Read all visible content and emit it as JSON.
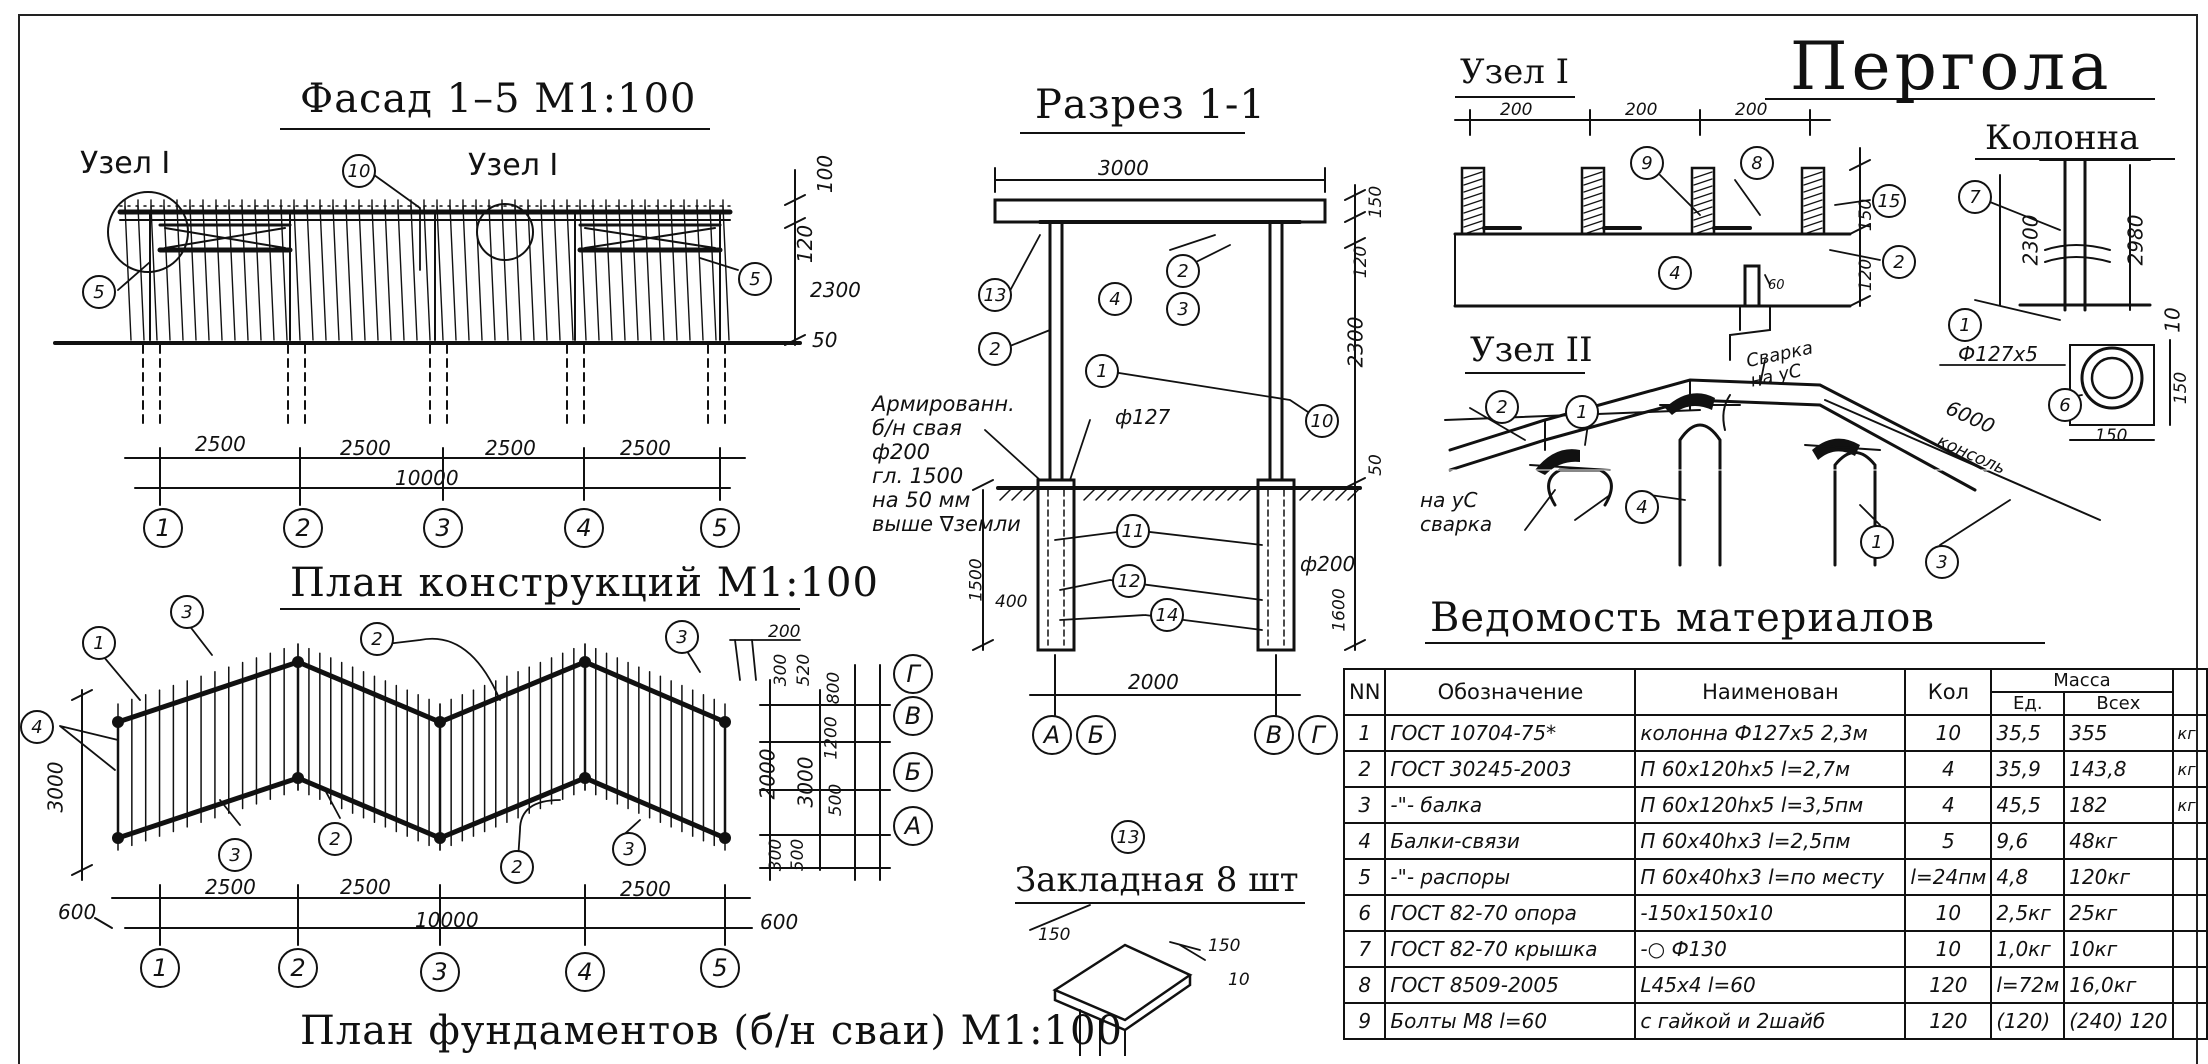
{
  "title": "Пергола",
  "facade": {
    "title": "Фасад 1–5 М1:100",
    "node_label_left": "Узел I",
    "node_label_mid": "Узел I",
    "dims": {
      "top": "100",
      "mid": "120",
      "height": "2300",
      "bottom": "50"
    },
    "spans": [
      "2500",
      "2500",
      "2500",
      "2500"
    ],
    "total": "10000",
    "callouts": [
      "5",
      "10",
      "5"
    ],
    "axes": [
      "1",
      "2",
      "3",
      "4",
      "5"
    ]
  },
  "section": {
    "title": "Разрез 1-1",
    "width_top": "3000",
    "width_bottom": "2000",
    "dims": {
      "d150": "150",
      "d120": "120",
      "d2300": "2300",
      "d50": "50",
      "d1500": "1500",
      "d1600": "1600",
      "d400": "400"
    },
    "pile_note": "Армированн.\nб/н свая\nф200\nгл. 1500\nна 50 мм\nвыше ∇земли",
    "phi127": "ф127",
    "phi200": "ф200",
    "callouts": [
      "13",
      "2",
      "4",
      "2",
      "3",
      "1",
      "10",
      "11",
      "12",
      "14"
    ],
    "axes": [
      "А",
      "Б",
      "В",
      "Г"
    ]
  },
  "plan": {
    "title": "План конструкций М1:100",
    "spans": [
      "2500",
      "2500",
      "2500"
    ],
    "total": "10000",
    "left_dim": "3000",
    "dims_right": [
      "800",
      "1200",
      "500",
      "2000",
      "3000",
      "300",
      "500"
    ],
    "top_dims": [
      "200",
      "300",
      "520"
    ],
    "overhang_left": "600",
    "overhang_right": "600",
    "callouts": [
      "1",
      "3",
      "2",
      "3",
      "4",
      "3",
      "2",
      "2",
      "3"
    ],
    "axes": [
      "1",
      "2",
      "3",
      "4",
      "5"
    ],
    "row_axes": [
      "Г",
      "В",
      "Б",
      "А"
    ]
  },
  "foundation_title": "План фундаментов (б/н сваи) М1:100",
  "embed": {
    "callout": "13",
    "title": "Закладная 8 шт",
    "dims": [
      "150",
      "150",
      "10"
    ]
  },
  "node1": {
    "title": "Узел I",
    "dims": [
      "200",
      "200",
      "200"
    ],
    "side_dims": [
      "150",
      "120"
    ],
    "callouts": [
      "9",
      "8",
      "15",
      "2",
      "4"
    ],
    "label_60": "60"
  },
  "column": {
    "title": "Колонна",
    "dims": [
      "2300",
      "2980",
      "10",
      "150",
      "150"
    ],
    "phi": "Ф127х5",
    "callouts": [
      "7",
      "1",
      "6"
    ]
  },
  "node2": {
    "title": "Узел II",
    "weld_top": "Сварка\nна уС",
    "weld_left": "на уС\nсварка",
    "length": "6000",
    "console": "консоль",
    "callouts": [
      "2",
      "1",
      "4",
      "1",
      "3"
    ]
  },
  "materials": {
    "title": "Ведомость материалов",
    "headers": {
      "n": "NN",
      "designation": "Обозначение",
      "name": "Наименован",
      "qty": "Кол",
      "mass": "Масса",
      "unit": "Ед.",
      "all": "Всех"
    },
    "rows": [
      {
        "n": "1",
        "designation": "ГОСТ 10704-75*",
        "name": "колонна Ф127х5 2,3м",
        "qty": "10",
        "m1": "35,5",
        "m2": "355",
        "unit": "кг"
      },
      {
        "n": "2",
        "designation": "ГОСТ 30245-2003",
        "name": "П 60х120hх5 l=2,7м",
        "qty": "4",
        "m1": "35,9",
        "m2": "143,8",
        "unit": "кг"
      },
      {
        "n": "3",
        "designation": "-\"- балка",
        "name": "П 60х120hх5 l=3,5пм",
        "qty": "4",
        "m1": "45,5",
        "m2": "182",
        "unit": "кг"
      },
      {
        "n": "4",
        "designation": "Балки-связи",
        "name": "П 60х40hх3 l=2,5пм",
        "qty": "5",
        "m1": "9,6",
        "m2": "48кг",
        "unit": ""
      },
      {
        "n": "5",
        "designation": "-\"- распоры",
        "name": "П 60х40hх3 l=по месту",
        "qty": "l=24пм",
        "m1": "4,8",
        "m2": "120кг",
        "unit": ""
      },
      {
        "n": "6",
        "designation": "ГОСТ 82-70 опора",
        "name": "-150х150х10",
        "qty": "10",
        "m1": "2,5кг",
        "m2": "25кг",
        "unit": ""
      },
      {
        "n": "7",
        "designation": "ГОСТ 82-70 крышка",
        "name": "-○ Ф130",
        "qty": "10",
        "m1": "1,0кг",
        "m2": "10кг",
        "unit": ""
      },
      {
        "n": "8",
        "designation": "ГОСТ 8509-2005",
        "name": "L45х4 l=60",
        "qty": "120",
        "m1": "l=72м",
        "m2": "16,0кг",
        "unit": ""
      },
      {
        "n": "9",
        "designation": "Болты М8 l=60",
        "name": "с гайкой и 2шайб",
        "qty": "120",
        "m1": "(120)",
        "m2": "(240) 120",
        "unit": ""
      }
    ]
  }
}
